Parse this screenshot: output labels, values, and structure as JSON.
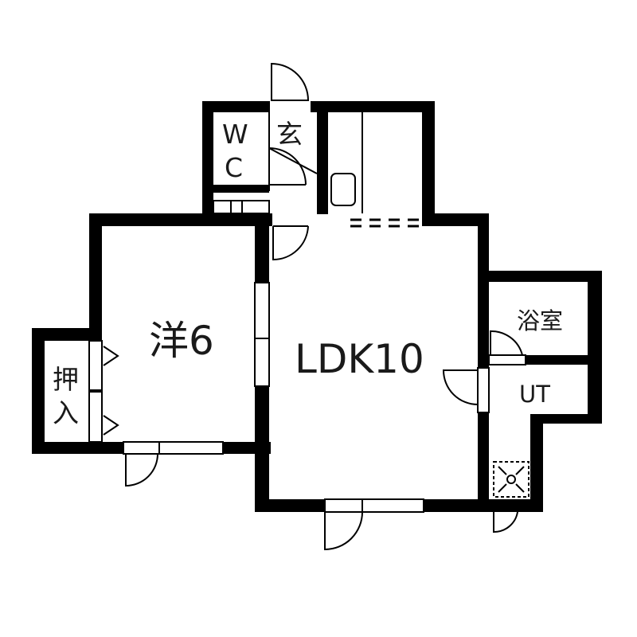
{
  "floorplan": {
    "rooms": {
      "ldk": "LDK10",
      "western": "洋6",
      "closet": [
        "押",
        "入"
      ],
      "wc": [
        "W",
        "C"
      ],
      "entrance": "玄",
      "bath": "浴室",
      "utility": "UT"
    }
  }
}
